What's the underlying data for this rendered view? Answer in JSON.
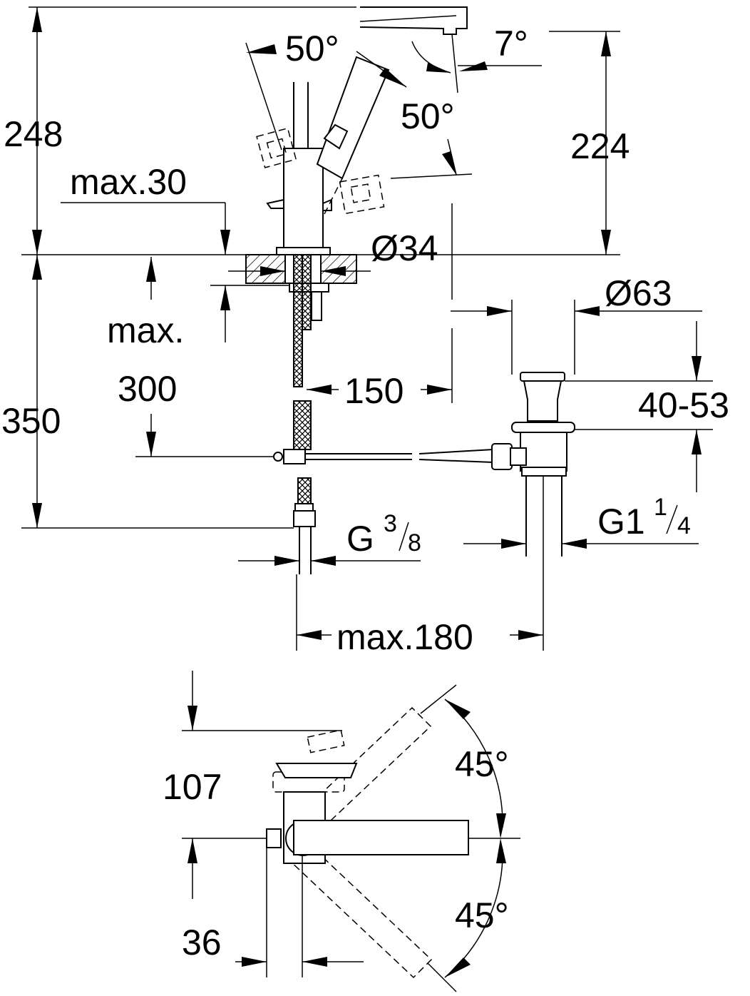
{
  "dimensions": {
    "top_angle_left": "50°",
    "top_angle_right": "50°",
    "spout_angle": "7°",
    "total_height": "248",
    "spout_height": "224",
    "max_deck": "max.30",
    "body_diameter": "Ø34",
    "below_deck": "350",
    "max_label": "max.",
    "max_value": "300",
    "lever_distance": "150",
    "waste_diameter": "Ø63",
    "waste_range": "40-53",
    "waste_thread_main": "G1",
    "waste_thread_num": "1",
    "waste_thread_den": "4",
    "supply_thread_main": "G",
    "supply_thread_num": "3",
    "supply_thread_den": "8",
    "max_spread": "max.180",
    "plan_depth": "107",
    "plan_offset": "36",
    "plan_angle_upper": "45°",
    "plan_angle_lower": "45°"
  }
}
